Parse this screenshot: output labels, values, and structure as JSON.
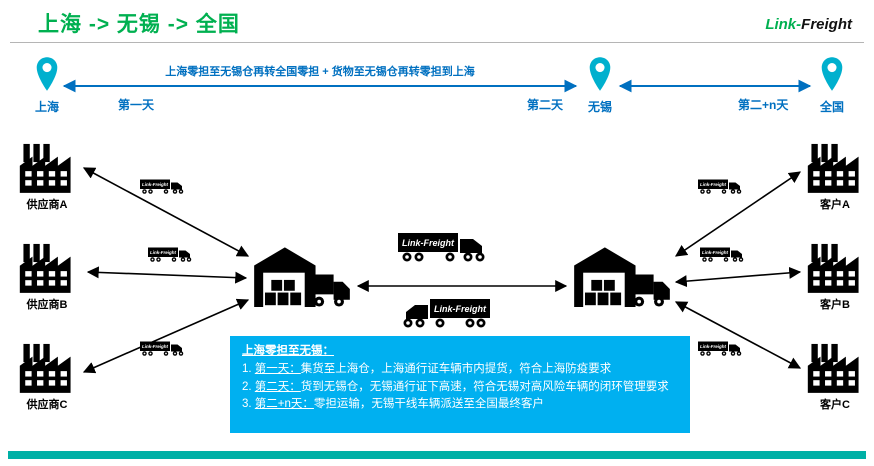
{
  "header": {
    "title": "上海 -> 无锡 -> 全国",
    "logo_part1": "Link-",
    "logo_part2": "Freight"
  },
  "route": {
    "note": "上海零担至无锡仓再转全国零担 + 货物至无锡仓再转零担到上海",
    "stops": [
      {
        "name": "上海",
        "day": "第一天"
      },
      {
        "name": "无锡",
        "day": "第二天"
      },
      {
        "name": "全国",
        "day": "第二+n天"
      }
    ]
  },
  "suppliers": [
    {
      "label": "供应商A"
    },
    {
      "label": "供应商B"
    },
    {
      "label": "供应商C"
    }
  ],
  "customers": [
    {
      "label": "客户A"
    },
    {
      "label": "客户B"
    },
    {
      "label": "客户C"
    }
  ],
  "truck_label": "Link-Freight",
  "info_box": {
    "heading": "上海零担至无锡：",
    "items": [
      {
        "number": "1.",
        "day": "第一天：",
        "text": "集货至上海仓，上海通行证车辆市内提货，符合上海防疫要求"
      },
      {
        "number": "2.",
        "day": "第二天：",
        "text": "货到无锡仓，无锡通行证下高速，符合无锡对高风险车辆的闭环管理要求"
      },
      {
        "number": "3.",
        "day": "第二+n天：",
        "text": "零担运输，无锡干线车辆派送至全国最终客户"
      }
    ]
  },
  "colors": {
    "green": "#00B050",
    "blue": "#0070C0",
    "pin": "#00B0CE",
    "info_box": "#00B0F0",
    "bottom_bar": "#00B0A6"
  }
}
